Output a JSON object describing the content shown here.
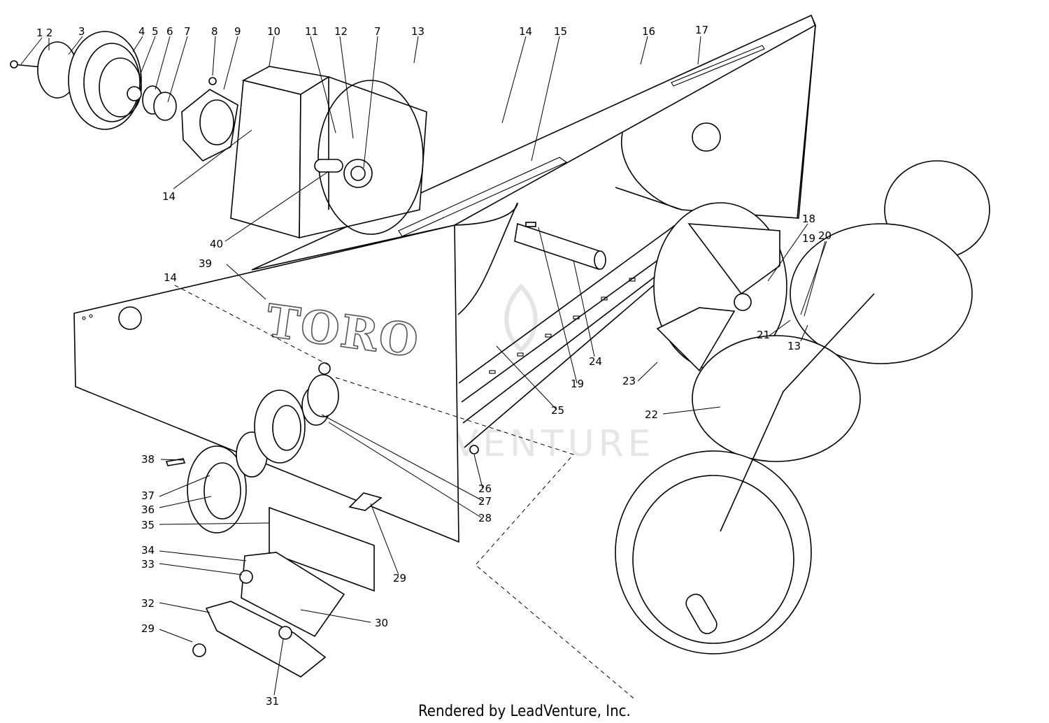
{
  "diagram": {
    "brand": "TORO",
    "watermark": "LEADVENTURE",
    "footer": "Rendered by LeadVenture, Inc.",
    "labels": [
      {
        "id": "l1",
        "text": "1"
      },
      {
        "id": "l2",
        "text": "2"
      },
      {
        "id": "l3",
        "text": "3"
      },
      {
        "id": "l4",
        "text": "4"
      },
      {
        "id": "l5",
        "text": "5"
      },
      {
        "id": "l6",
        "text": "6"
      },
      {
        "id": "l7a",
        "text": "7"
      },
      {
        "id": "l8",
        "text": "8"
      },
      {
        "id": "l9",
        "text": "9"
      },
      {
        "id": "l10",
        "text": "10"
      },
      {
        "id": "l11",
        "text": "11"
      },
      {
        "id": "l12",
        "text": "12"
      },
      {
        "id": "l7b",
        "text": "7"
      },
      {
        "id": "l13a",
        "text": "13"
      },
      {
        "id": "l14a",
        "text": "14"
      },
      {
        "id": "l15",
        "text": "15"
      },
      {
        "id": "l16",
        "text": "16"
      },
      {
        "id": "l17",
        "text": "17"
      },
      {
        "id": "l14b",
        "text": "14"
      },
      {
        "id": "l40",
        "text": "40"
      },
      {
        "id": "l39",
        "text": "39"
      },
      {
        "id": "l14c",
        "text": "14"
      },
      {
        "id": "l18",
        "text": "18"
      },
      {
        "id": "l19a",
        "text": "19"
      },
      {
        "id": "l20",
        "text": "20"
      },
      {
        "id": "l21",
        "text": "21"
      },
      {
        "id": "l13b",
        "text": "13"
      },
      {
        "id": "l24",
        "text": "24"
      },
      {
        "id": "l19b",
        "text": "19"
      },
      {
        "id": "l23",
        "text": "23"
      },
      {
        "id": "l25",
        "text": "25"
      },
      {
        "id": "l22",
        "text": "22"
      },
      {
        "id": "l38",
        "text": "38"
      },
      {
        "id": "l26",
        "text": "26"
      },
      {
        "id": "l27",
        "text": "27"
      },
      {
        "id": "l37",
        "text": "37"
      },
      {
        "id": "l36",
        "text": "36"
      },
      {
        "id": "l28",
        "text": "28"
      },
      {
        "id": "l35",
        "text": "35"
      },
      {
        "id": "l29a",
        "text": "29"
      },
      {
        "id": "l34",
        "text": "34"
      },
      {
        "id": "l33",
        "text": "33"
      },
      {
        "id": "l30",
        "text": "30"
      },
      {
        "id": "l32",
        "text": "32"
      },
      {
        "id": "l29b",
        "text": "29"
      },
      {
        "id": "l31",
        "text": "31"
      }
    ]
  }
}
